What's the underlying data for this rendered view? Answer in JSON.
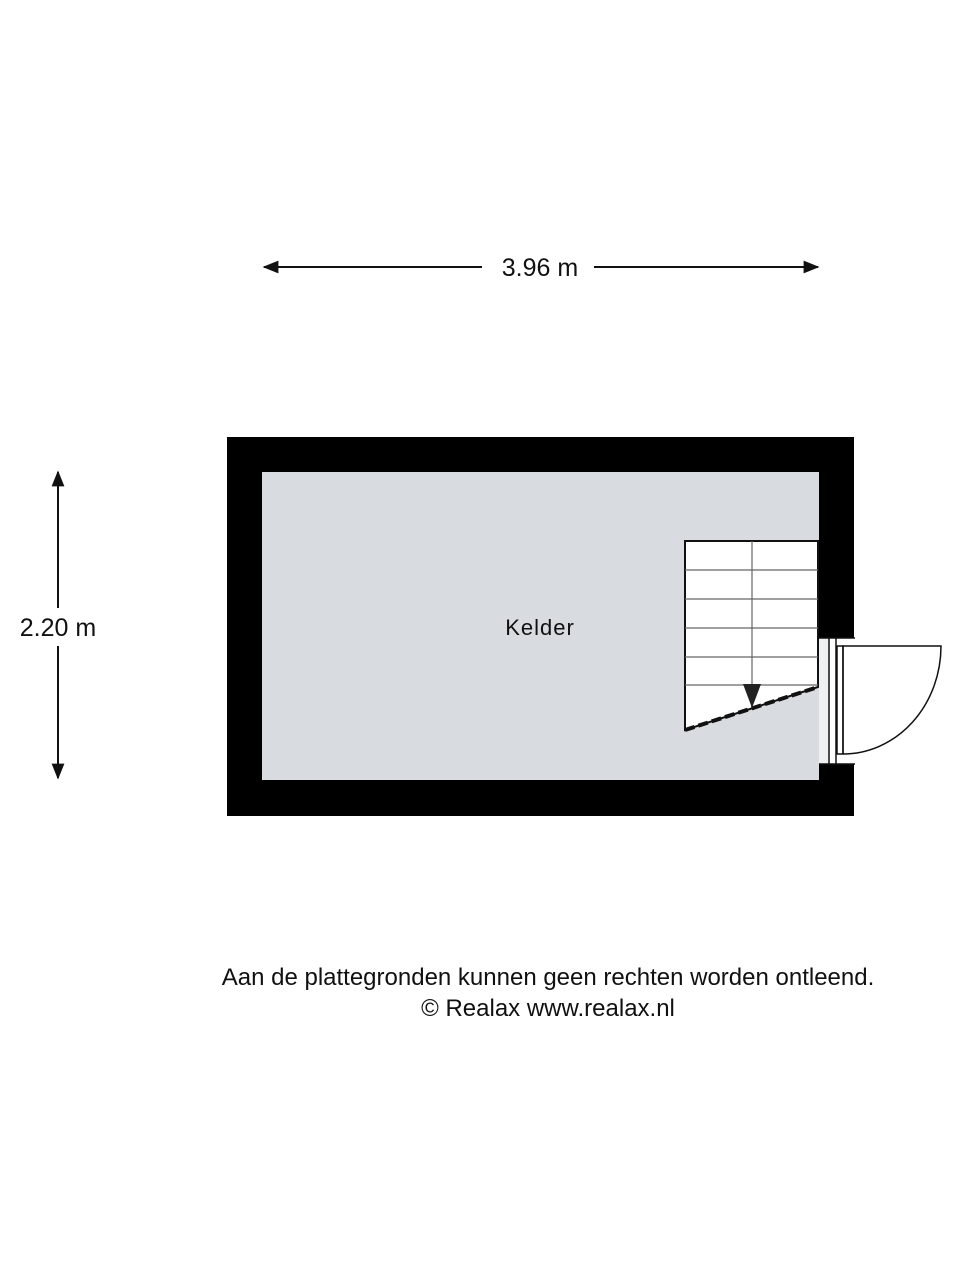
{
  "dimensions": {
    "width": "3.96 m",
    "height": "2.20 m"
  },
  "rooms": [
    {
      "label": "Kelder"
    }
  ],
  "colors": {
    "wall": "#000000",
    "floor": "#d8dce0",
    "line": "#111111"
  },
  "footer": {
    "disclaimer": "Aan de plattegronden kunnen geen rechten worden ontleend.",
    "copyright": "© Realax www.realax.nl"
  }
}
